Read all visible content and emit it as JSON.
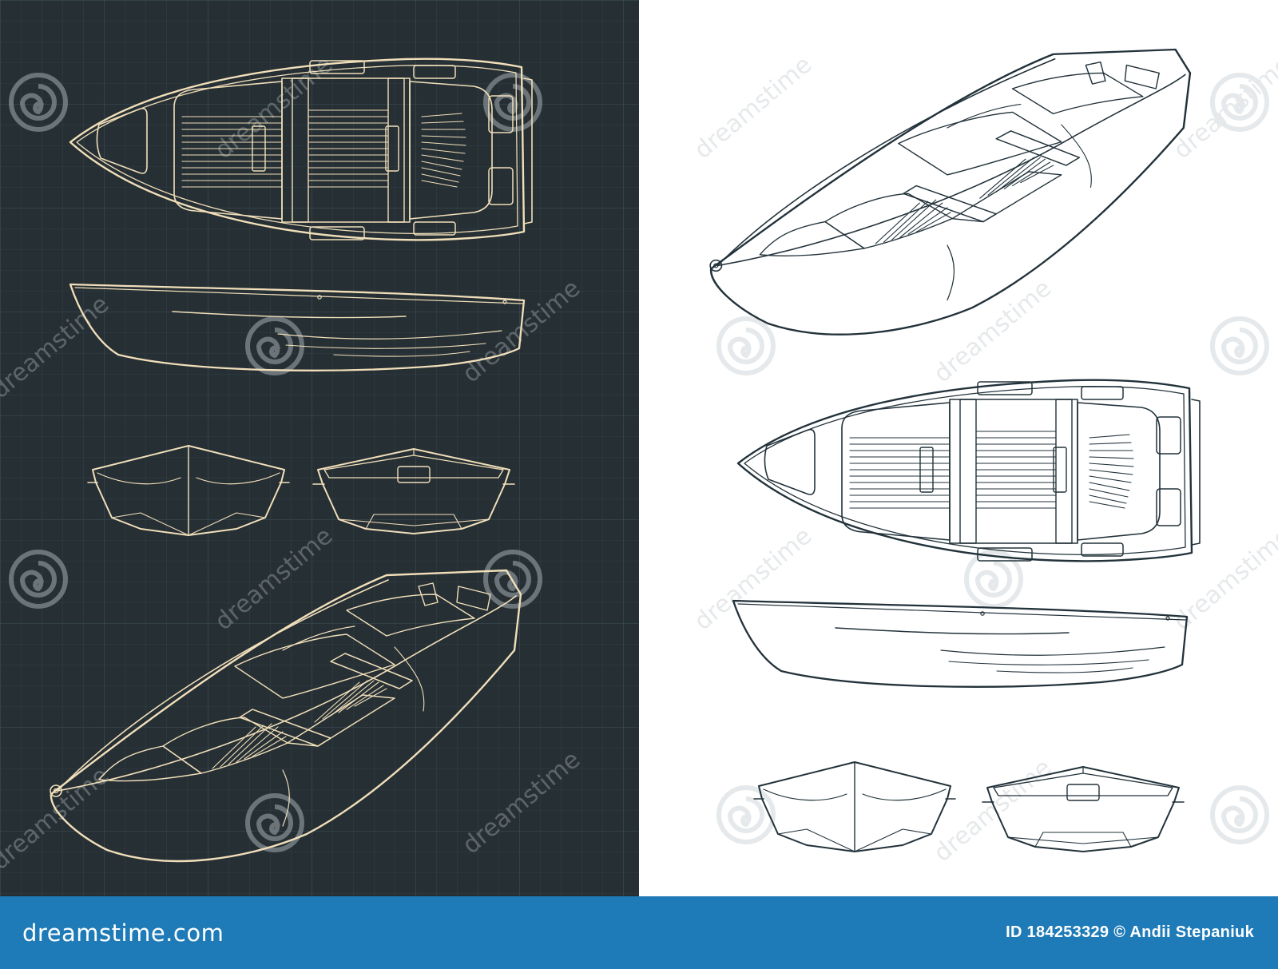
{
  "colors": {
    "dark_panel": "#262f34",
    "grid_line": "#34444b",
    "dark_lines": "#f1dfba",
    "light_panel": "#ffffff",
    "light_lines": "#22323a",
    "footer_bg": "#1e7bb8",
    "footer_text": "#ffffff",
    "watermark_dark": "#8a9398",
    "watermark_light": "#e6e9eb"
  },
  "watermark": {
    "icon": "spiral-logo-icon",
    "text": "dreamstime"
  },
  "footer": {
    "brand": "dreamstime.com",
    "credit": "ID 184253329 © Andii Stepaniuk"
  }
}
